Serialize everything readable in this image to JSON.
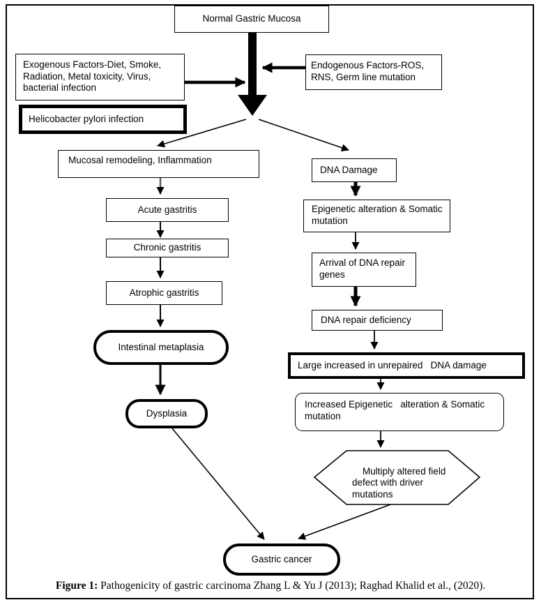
{
  "nodes": {
    "normal_gastric_mucosa": "Normal Gastric Mucosa",
    "exogenous_factors": "Exogenous Factors-Diet, Smoke,\nRadiation, Metal toxicity, Virus,\nbacterial infection",
    "h_pylori": "Helicobacter pylori infection",
    "endogenous_factors": "Endogenous Factors-ROS,\nRNS, Germ line mutation",
    "mucosal_remodeling": "Mucosal remodeling, Inflammation",
    "acute_gastritis": "Acute gastritis",
    "chronic_gastritis": "Chronic gastritis",
    "atrophic_gastritis": "Atrophic gastritis",
    "intestinal_metaplasia": "Intestinal metaplasia",
    "dysplasia": "Dysplasia",
    "dna_damage": "DNA Damage",
    "epigenetic_alteration": "Epigenetic alteration & Somatic\nmutation",
    "arrival_dna_repair": "Arrival of DNA repair\ngenes",
    "dna_repair_deficiency": "DNA repair deficiency",
    "large_unrepaired": "Large increased in unrepaired   DNA damage",
    "increased_epigenetic": "Increased Epigenetic   alteration & Somatic\nmutation",
    "multiply_altered": "Multiply altered field\ndefect with driver\nmutations",
    "gastric_cancer": "Gastric cancer"
  },
  "caption": {
    "prefix": "Figure 1:",
    "text": " Pathogenicity of gastric carcinoma Zhang L & Yu J (2013); Raghad Khalid et al., (2020)."
  },
  "edges": [
    "normal_gastric_mucosa -> branch point (big arrow)",
    "exogenous_factors -> big arrow",
    "endogenous_factors -> big arrow",
    "branch -> mucosal_remodeling",
    "branch -> dna_damage",
    "mucosal_remodeling -> acute_gastritis -> chronic_gastritis -> atrophic_gastritis -> intestinal_metaplasia -> dysplasia -> gastric_cancer",
    "dna_damage -> epigenetic_alteration -> arrival_dna_repair -> dna_repair_deficiency -> large_unrepaired -> increased_epigenetic -> multiply_altered -> gastric_cancer"
  ],
  "colors": {
    "ink": "#000000",
    "paper": "#ffffff",
    "shaft_gray": "#5a5a5a"
  }
}
